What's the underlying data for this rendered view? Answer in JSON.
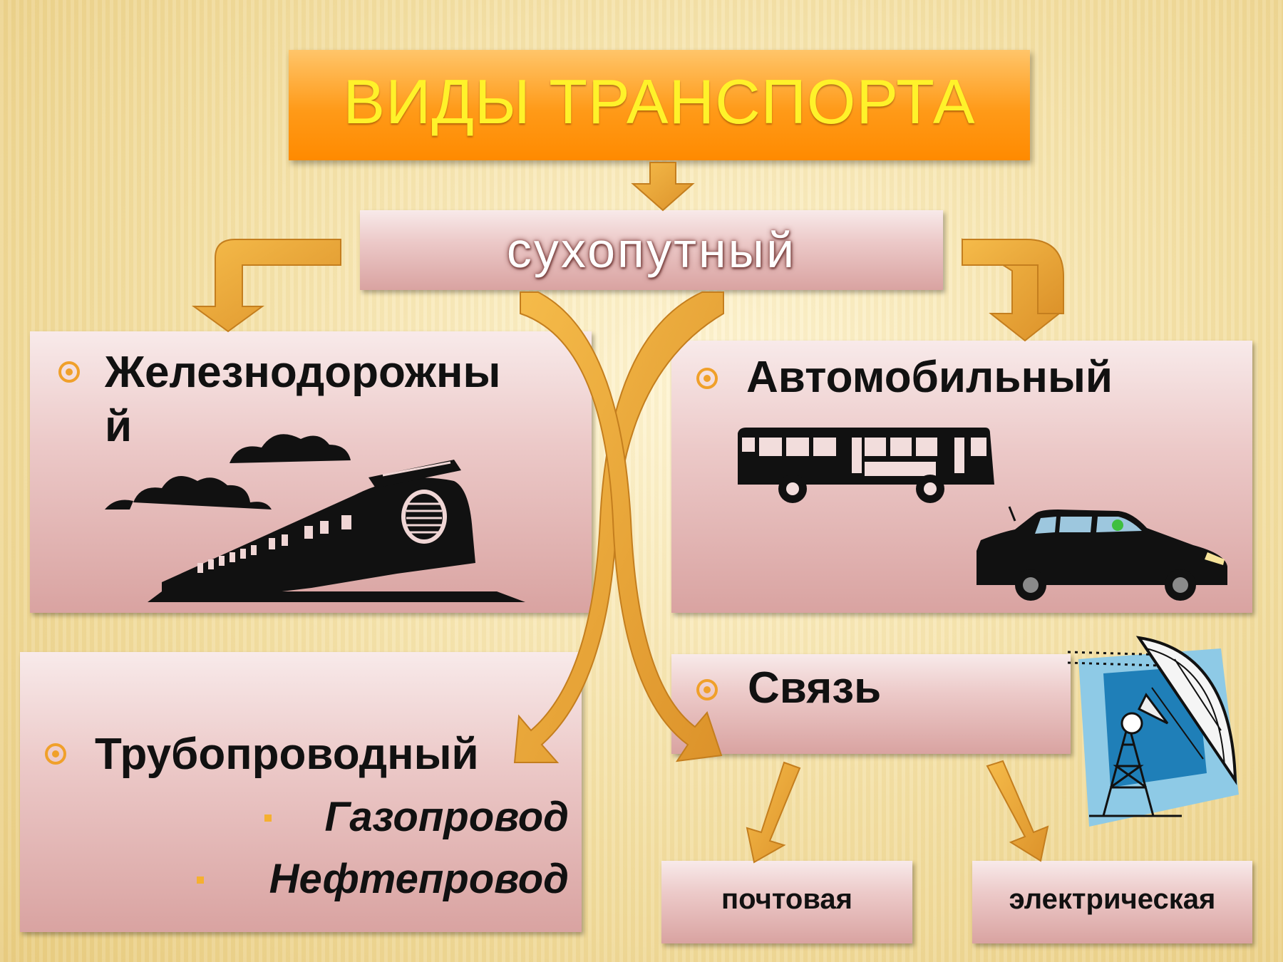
{
  "title": "ВИДЫ ТРАНСПОРТА",
  "land": "сухопутный",
  "rail": {
    "line1": "Железнодорожны",
    "line2": "й"
  },
  "auto": {
    "label": "Автомобильный"
  },
  "pipe": {
    "label": "Трубопроводный",
    "items": [
      "Газопровод",
      "Нефтепровод"
    ]
  },
  "comm": {
    "label": "Связь",
    "subtypes": [
      "почтовая",
      "электрическая"
    ]
  },
  "colors": {
    "title_bg": "#ff9a18",
    "title_text": "#fff22a",
    "arrow": "#e9a43a",
    "box": "#ecc9c8"
  },
  "icons": [
    "train-icon",
    "bus-icon",
    "car-icon",
    "satellite-dish-icon"
  ]
}
